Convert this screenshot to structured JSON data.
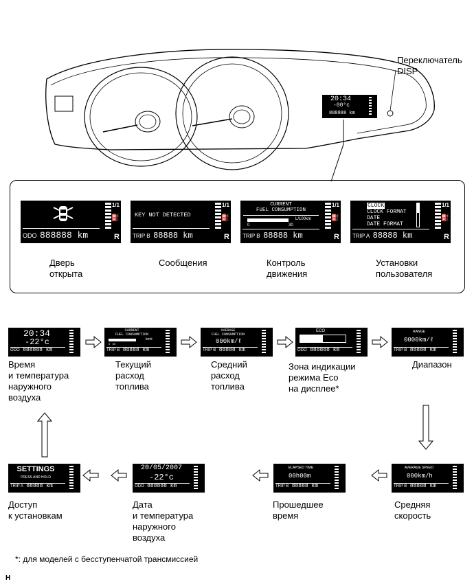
{
  "header": {
    "disp_switch_label": "Переключатель\nDISP"
  },
  "cluster_lcd": {
    "time": "20:34",
    "temp": "-00°c",
    "odo": "888888 km"
  },
  "top_screens": [
    {
      "caption": "Дверь\nоткрыта",
      "main": "",
      "odo_prefix": "ODO",
      "odo_value": "888888 km"
    },
    {
      "caption": "Сообщения",
      "main": "KEY NOT DETECTED",
      "odo_prefix": "TRIP B",
      "odo_value": "88888 km"
    },
    {
      "caption": "Контроль\nдвижения",
      "main": "CURRENT\nFUEL CONSUMPTION",
      "scale_unit": "L/100km",
      "scale_left": "0",
      "scale_right": "30",
      "odo_prefix": "TRIP B",
      "odo_value": "88888 km"
    },
    {
      "caption": "Установки\nпользователя",
      "main_lines": [
        "CLOCK",
        "CLOCK FORMAT",
        "DATE",
        "DATE FORMAT"
      ],
      "odo_prefix": "TRIP A",
      "odo_value": "88888 km"
    }
  ],
  "cycle_screens": [
    {
      "caption": "Время\nи температура\nнаружного\nвоздуха",
      "line1": "20:34",
      "line2": "-22°c",
      "odo_prefix": "ODO",
      "odo_value": "888888 km"
    },
    {
      "caption": "Текущий\nрасход\nтоплива",
      "line1": "CURRENT\nFUEL CONSUMPTION",
      "line2": "km/ℓ",
      "scale": "0   30",
      "odo_prefix": "TRIP B",
      "odo_value": "88888 km"
    },
    {
      "caption": "Средний\nрасход\nтоплива",
      "line1": "AVERAGE\nFUEL CONSUMPTION",
      "line2": "000km/ℓ",
      "odo_prefix": "TRIP B",
      "odo_value": "88888 km"
    },
    {
      "caption": "Зона индикации\nрежима Eco\nна дисплее*",
      "line1": "ECO",
      "odo_prefix": "ODO",
      "odo_value": "888888 km"
    },
    {
      "caption": "Диапазон",
      "line1": "RANGE",
      "line2": "0000km/ℓ",
      "odo_prefix": "TRIP B",
      "odo_value": "88888 km"
    },
    {
      "caption": "Средняя\nскорость",
      "line1": "AVERAGE SPEED",
      "line2": "000km/h",
      "odo_prefix": "TRIP B",
      "odo_value": "88888 km"
    },
    {
      "caption": "Прошедшее\nвремя",
      "line1": "ELAPSED TIME",
      "line2": "00h00m",
      "odo_prefix": "TRIP B",
      "odo_value": "88888 km"
    },
    {
      "caption": "Дата\nи температура\nнаружного\nвоздуха",
      "line1": "20/05/2007",
      "line2": "-22°c",
      "odo_prefix": "ODO",
      "odo_value": "888888 km"
    },
    {
      "caption": "Доступ\nк установкам",
      "line1": "SETTINGS",
      "line2": "PRESS AND HOLD",
      "odo_prefix": "TRIP A",
      "odo_value": "88888 km"
    }
  ],
  "footnote": "*: для моделей с бесступенчатой трансмиссией",
  "corner_mark": "H",
  "colors": {
    "lcd_bg": "#000000",
    "lcd_fg": "#ffffff",
    "line": "#000000"
  }
}
